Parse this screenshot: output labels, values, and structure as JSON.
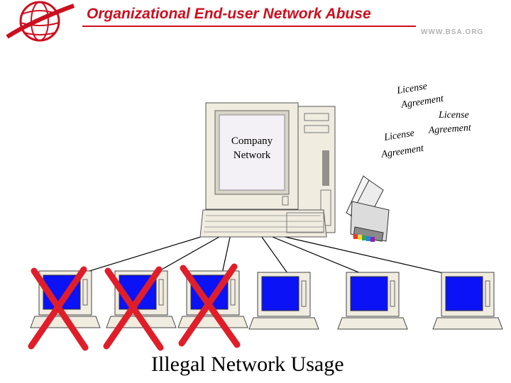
{
  "header": {
    "title": "Organizational End-user Network Abuse",
    "website": "WWW.BSA.ORG"
  },
  "server": {
    "screen_label_line1": "Company",
    "screen_label_line2": "Network"
  },
  "licenses": {
    "word1": "License",
    "word2": "Agreement"
  },
  "caption": "Illegal Network Usage",
  "colors": {
    "brand_red": "#cc0f1e",
    "screen_blue": "#0b12f5",
    "computer_beige": "#f0ece0",
    "cross_red": "#e01e2a"
  },
  "workstations": {
    "total": 6,
    "illegal": 3
  }
}
